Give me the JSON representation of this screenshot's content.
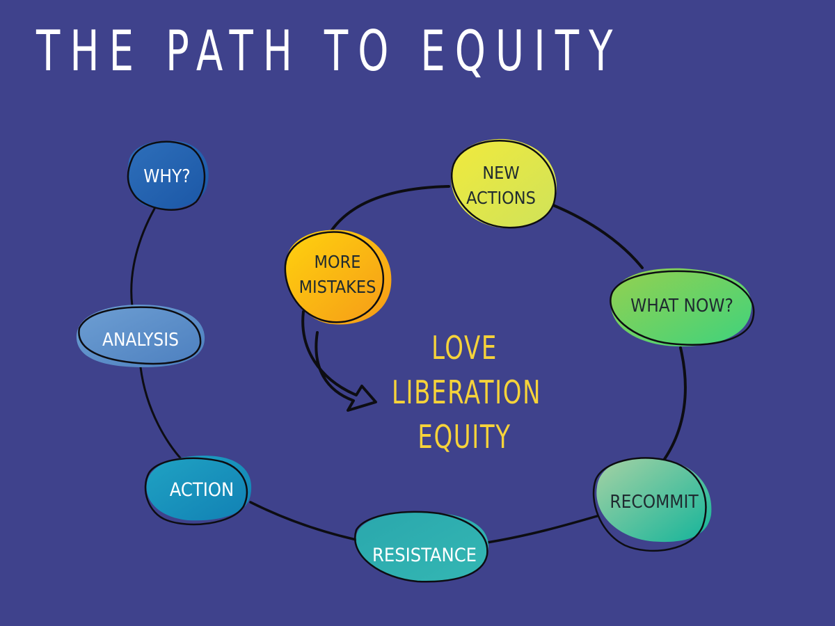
{
  "title": "THE PATH TO EQUITY",
  "center": {
    "line1": "LOVE",
    "line2": "LIBERATION",
    "line3": "EQUITY"
  },
  "nodes": {
    "why": "WHY?",
    "analysis": "ANALYSIS",
    "action": "ACTION",
    "resistance": "RESISTANCE",
    "recommit": "RECOMMIT",
    "what_now": "WHAT NOW?",
    "new_actions_1": "NEW",
    "new_actions_2": "ACTIONS",
    "more_mistakes_1": "MORE",
    "more_mistakes_2": "MISTAKES"
  },
  "colors": {
    "background": "#3f428c",
    "center_text": "#f6d33a",
    "outline": "#0d0d12"
  }
}
